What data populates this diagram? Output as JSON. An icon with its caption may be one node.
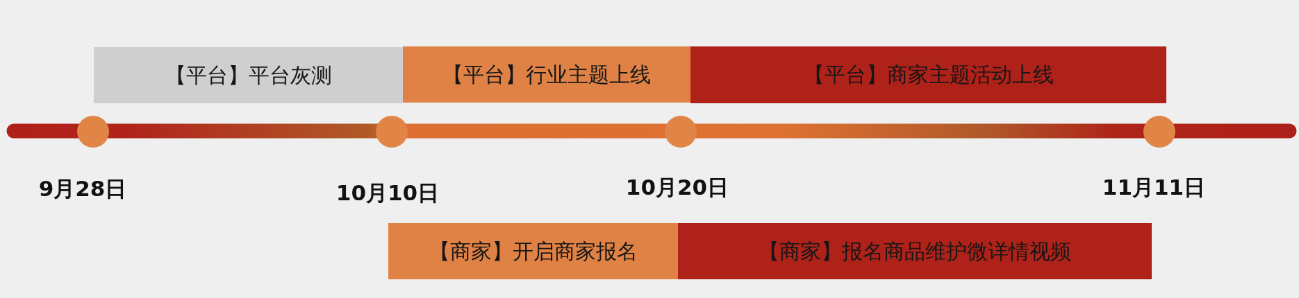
{
  "diagram": {
    "nodes": [
      {
        "text": [
          "【平台】平台灰测"
        ]
      },
      {
        "text": [
          "【平台】行业主题上线"
        ]
      },
      {
        "text": [
          "【平台】商家主题活动上线"
        ]
      },
      {
        "text": [
          "【商家】开启商家报名"
        ]
      },
      {
        "text": [
          "【商家】报名商品维护微详情视频"
        ]
      }
    ],
    "labels": [
      "9月28日",
      "10月10日",
      "10月20日",
      "11月11日"
    ]
  }
}
